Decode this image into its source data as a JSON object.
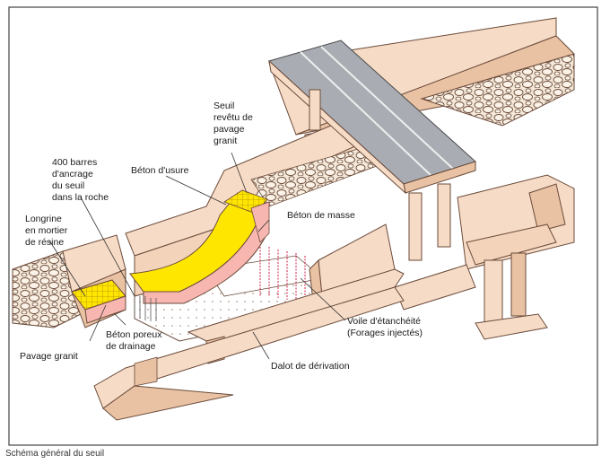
{
  "labels": {
    "seuil": [
      "Seuil",
      "revêtu de",
      "pavage",
      "granit"
    ],
    "barres": [
      "400 barres",
      "d'ancrage",
      "du seuil",
      "dans la roche"
    ],
    "beton_usure": "Béton d'usure",
    "beton_masse": "Béton de masse",
    "longrine": [
      "Longrine",
      "en mortier",
      "de résine"
    ],
    "pavage_granit": "Pavage granit",
    "beton_poreux": [
      "Béton poreux",
      "de drainage"
    ],
    "voile": [
      "Voile d'étanchéité",
      "(Forages injectés)"
    ],
    "dalot": "Dalot de dérivation"
  },
  "caption": "Schéma général du seuil",
  "colors": {
    "concrete": "#f6dcc6",
    "concrete_dark": "#e8c2a3",
    "concrete_shade": "#dcae8d",
    "yellow": "#ffe600",
    "pink": "#f7b7b0",
    "road": "#a9adb3",
    "outline": "#6b4a3a",
    "rock": "#efe2d0"
  }
}
